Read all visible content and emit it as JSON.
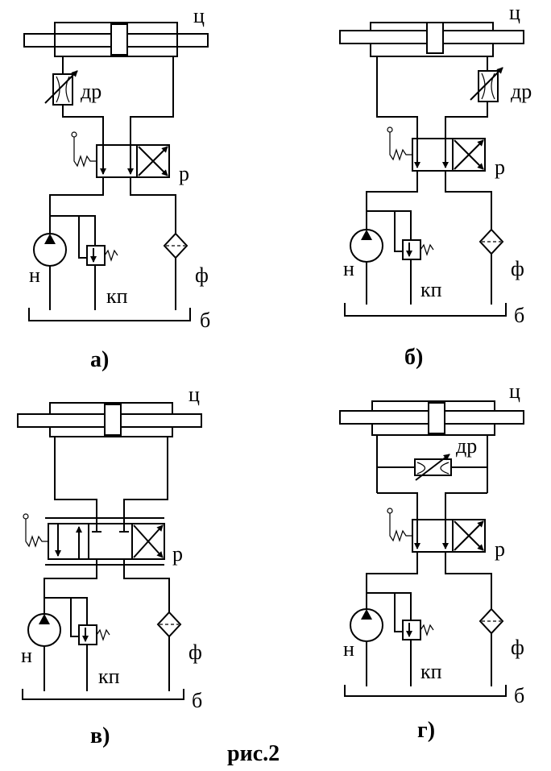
{
  "labels": {
    "cylinder": "ц",
    "throttle": "др",
    "valve": "р",
    "pump": "н",
    "relief_valve": "кп",
    "filter": "ф",
    "tank": "б"
  },
  "captions": [
    "а)",
    "б)",
    "в)",
    "г)"
  ],
  "figure_title": "рис.2"
}
